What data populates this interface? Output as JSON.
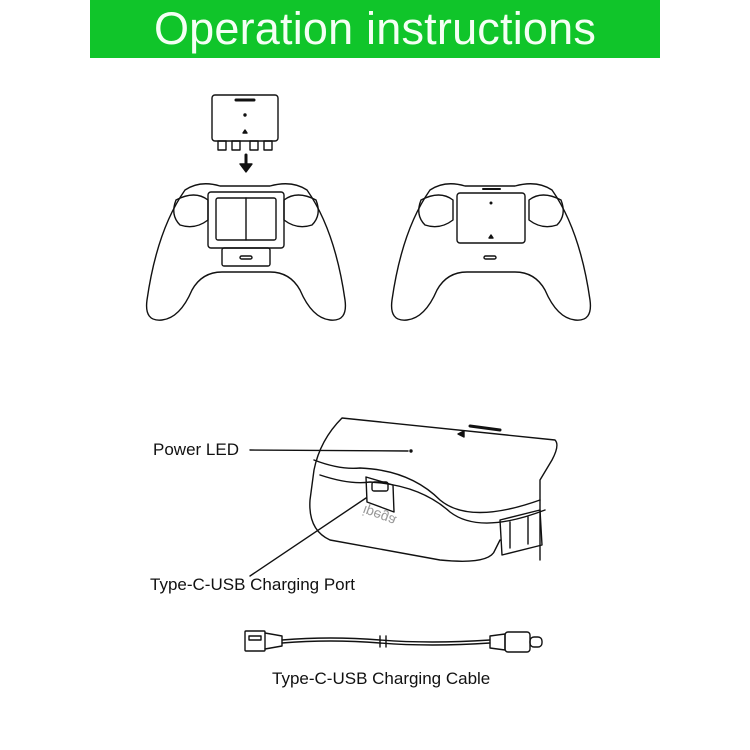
{
  "header": {
    "title": "Operation instructions",
    "accent": "#10c52a"
  },
  "labels": {
    "power_led": "Power LED",
    "charging_port": "Type-C-USB Charging Port",
    "charging_cable": "Type-C-USB Charging Cable"
  },
  "logo": {
    "text": "ipega"
  },
  "icons": [
    "battery-pack",
    "down-arrow",
    "controller-open",
    "controller-closed",
    "battery-pack-large",
    "usb-type-c-cable"
  ]
}
